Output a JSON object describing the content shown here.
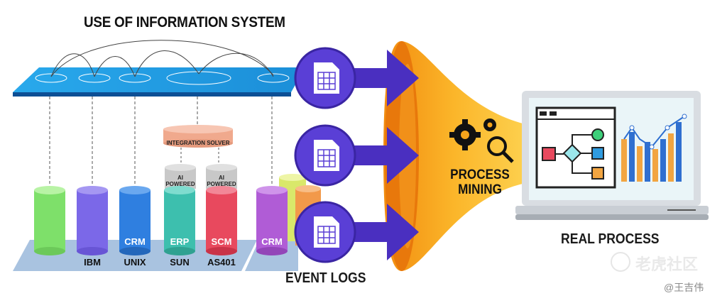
{
  "title": "USE OF INFORMATION SYSTEM",
  "integration_solver": "INTEGRATION SOLVER",
  "ai_powered": [
    "AI",
    "POWERED"
  ],
  "systems": [
    {
      "top": "",
      "bottom": "IBM",
      "color": "#7b68e8"
    },
    {
      "top": "CRM",
      "bottom": "UNIX",
      "color": "#2f7fe0"
    },
    {
      "top": "ERP",
      "bottom": "SUN",
      "color": "#3dbfae"
    },
    {
      "top": "SCM",
      "bottom": "AS401",
      "color": "#e8495e"
    },
    {
      "top": "CRM",
      "bottom": "",
      "color": "#b05cd6"
    }
  ],
  "event_logs": "EVENT LOGS",
  "process_mining": [
    "PROCESS",
    "MINING"
  ],
  "real_process": "REAL PROCESS",
  "watermark": {
    "brand": "老虎社区",
    "author": "@王吉伟"
  },
  "colors": {
    "platform": "#1ea1e6",
    "arrow": "#4a2fc0",
    "funnel": "#f7a51c",
    "doc_circle": "#5a3fd6"
  }
}
